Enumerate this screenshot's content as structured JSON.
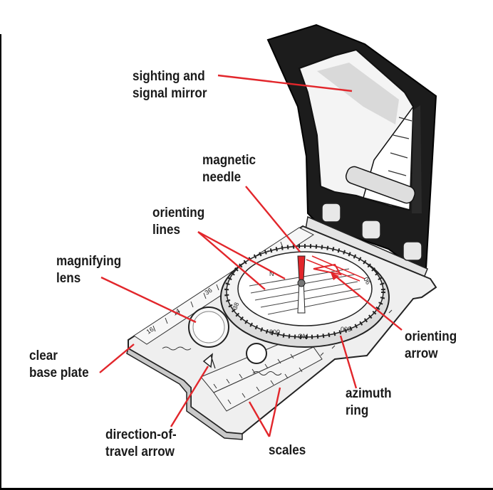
{
  "labels": {
    "mirror": [
      "sighting and",
      "signal mirror"
    ],
    "needle": [
      "magnetic",
      "needle"
    ],
    "orienting_lines": [
      "orienting",
      "lines"
    ],
    "lens": [
      "magnifying",
      "lens"
    ],
    "base_plate": [
      "clear",
      "base plate"
    ],
    "orienting_arrow": [
      "orienting",
      "arrow"
    ],
    "azimuth_ring": [
      "azimuth",
      "ring"
    ],
    "direction_arrow": [
      "direction-of-",
      "travel arrow"
    ],
    "scales": [
      "scales"
    ]
  },
  "colors": {
    "leader": "#e2262b",
    "housing_black": "#1c1c1c",
    "plate": "#efefef",
    "outline": "#222222"
  }
}
